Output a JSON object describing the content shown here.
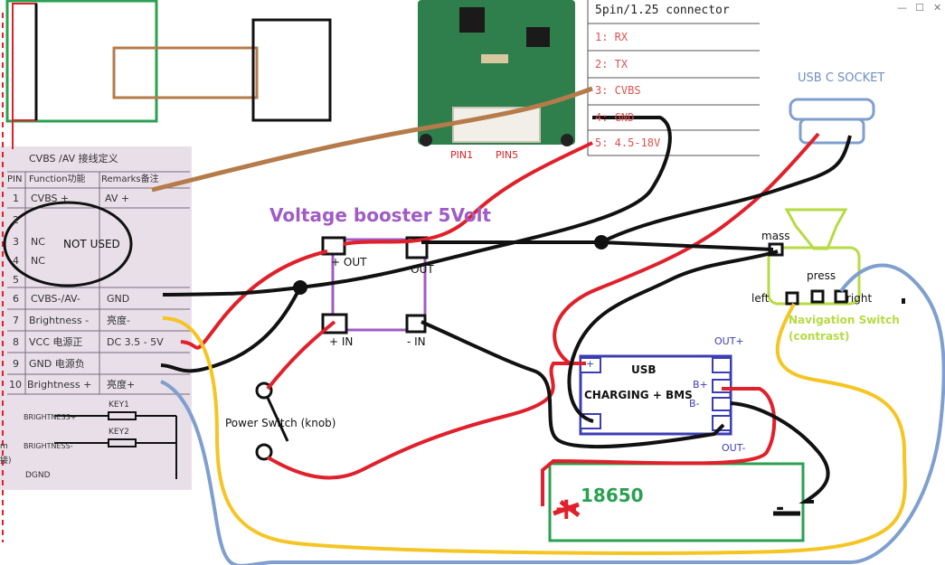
{
  "window": {
    "minimize": "—",
    "maximize": "☐",
    "close": "✕"
  },
  "connector": {
    "title": "5pin/1.25 connector",
    "pins": [
      "1: RX",
      "2: TX",
      "3: CVBS",
      "4: GND",
      "5: 4.5-18V"
    ],
    "pin1_label": "PIN1",
    "pin5_label": "PIN5"
  },
  "table": {
    "title": "CVBS /AV 接线定义",
    "header": [
      "PIN",
      "Function功能",
      "Remarks备注"
    ],
    "rows": [
      {
        "pin": "1",
        "function": "CVBS +",
        "remark": "AV +"
      },
      {
        "pin": "2",
        "function": "",
        "remark": ""
      },
      {
        "pin": "3",
        "function": "NC",
        "remark": ""
      },
      {
        "pin": "4",
        "function": "NC",
        "remark": ""
      },
      {
        "pin": "5",
        "function": "",
        "remark": ""
      },
      {
        "pin": "6",
        "function": "CVBS-/AV-",
        "remark": "GND"
      },
      {
        "pin": "7",
        "function": "Brightness -",
        "remark": "亮度-"
      },
      {
        "pin": "8",
        "function": "VCC 电源正",
        "remark": "DC 3.5 - 5V"
      },
      {
        "pin": "9",
        "function": "GND 电源负",
        "remark": ""
      },
      {
        "pin": "10",
        "function": "Brightness +",
        "remark": "亮度+"
      }
    ],
    "keys": [
      {
        "name": "KEY1",
        "label": "BRIGHTNESS+"
      },
      {
        "name": "KEY2",
        "label": "BRIGHTNESS-"
      }
    ],
    "left_fragments": [
      "m",
      "接)"
    ],
    "dgnd": "DGND",
    "not_used": "NOT USED"
  },
  "booster": {
    "title": "Voltage booster 5Volt",
    "out_pos": "+ OUT",
    "out_neg": "- OUT",
    "in_pos": "+ IN",
    "in_neg": "- IN"
  },
  "usb_socket": {
    "label": "USB C SOCKET"
  },
  "nav_switch": {
    "mass": "mass",
    "press": "press",
    "left": "left",
    "right": "right",
    "title_line1": "Navigation Switch",
    "title_line2": "(contrast)"
  },
  "bms": {
    "line1": "USB",
    "line2": "CHARGING + BMS",
    "plus": "+",
    "minus": "-",
    "out_pos": "OUT+",
    "out_neg": "OUT-",
    "b_pos": "B+",
    "b_neg": "B-"
  },
  "power_switch": {
    "label": "Power Switch (knob)"
  },
  "battery": {
    "label": "18650",
    "plus": "+",
    "minus": "-"
  },
  "colors": {
    "red": "#e0202a",
    "black": "#111111",
    "yellow": "#f5c524",
    "blue": "#7f9fcf",
    "brown": "#b57b4a",
    "purple": "#a05cc4",
    "green": "#2aa050",
    "lime": "#b6db43",
    "navy": "#3b3db3"
  }
}
